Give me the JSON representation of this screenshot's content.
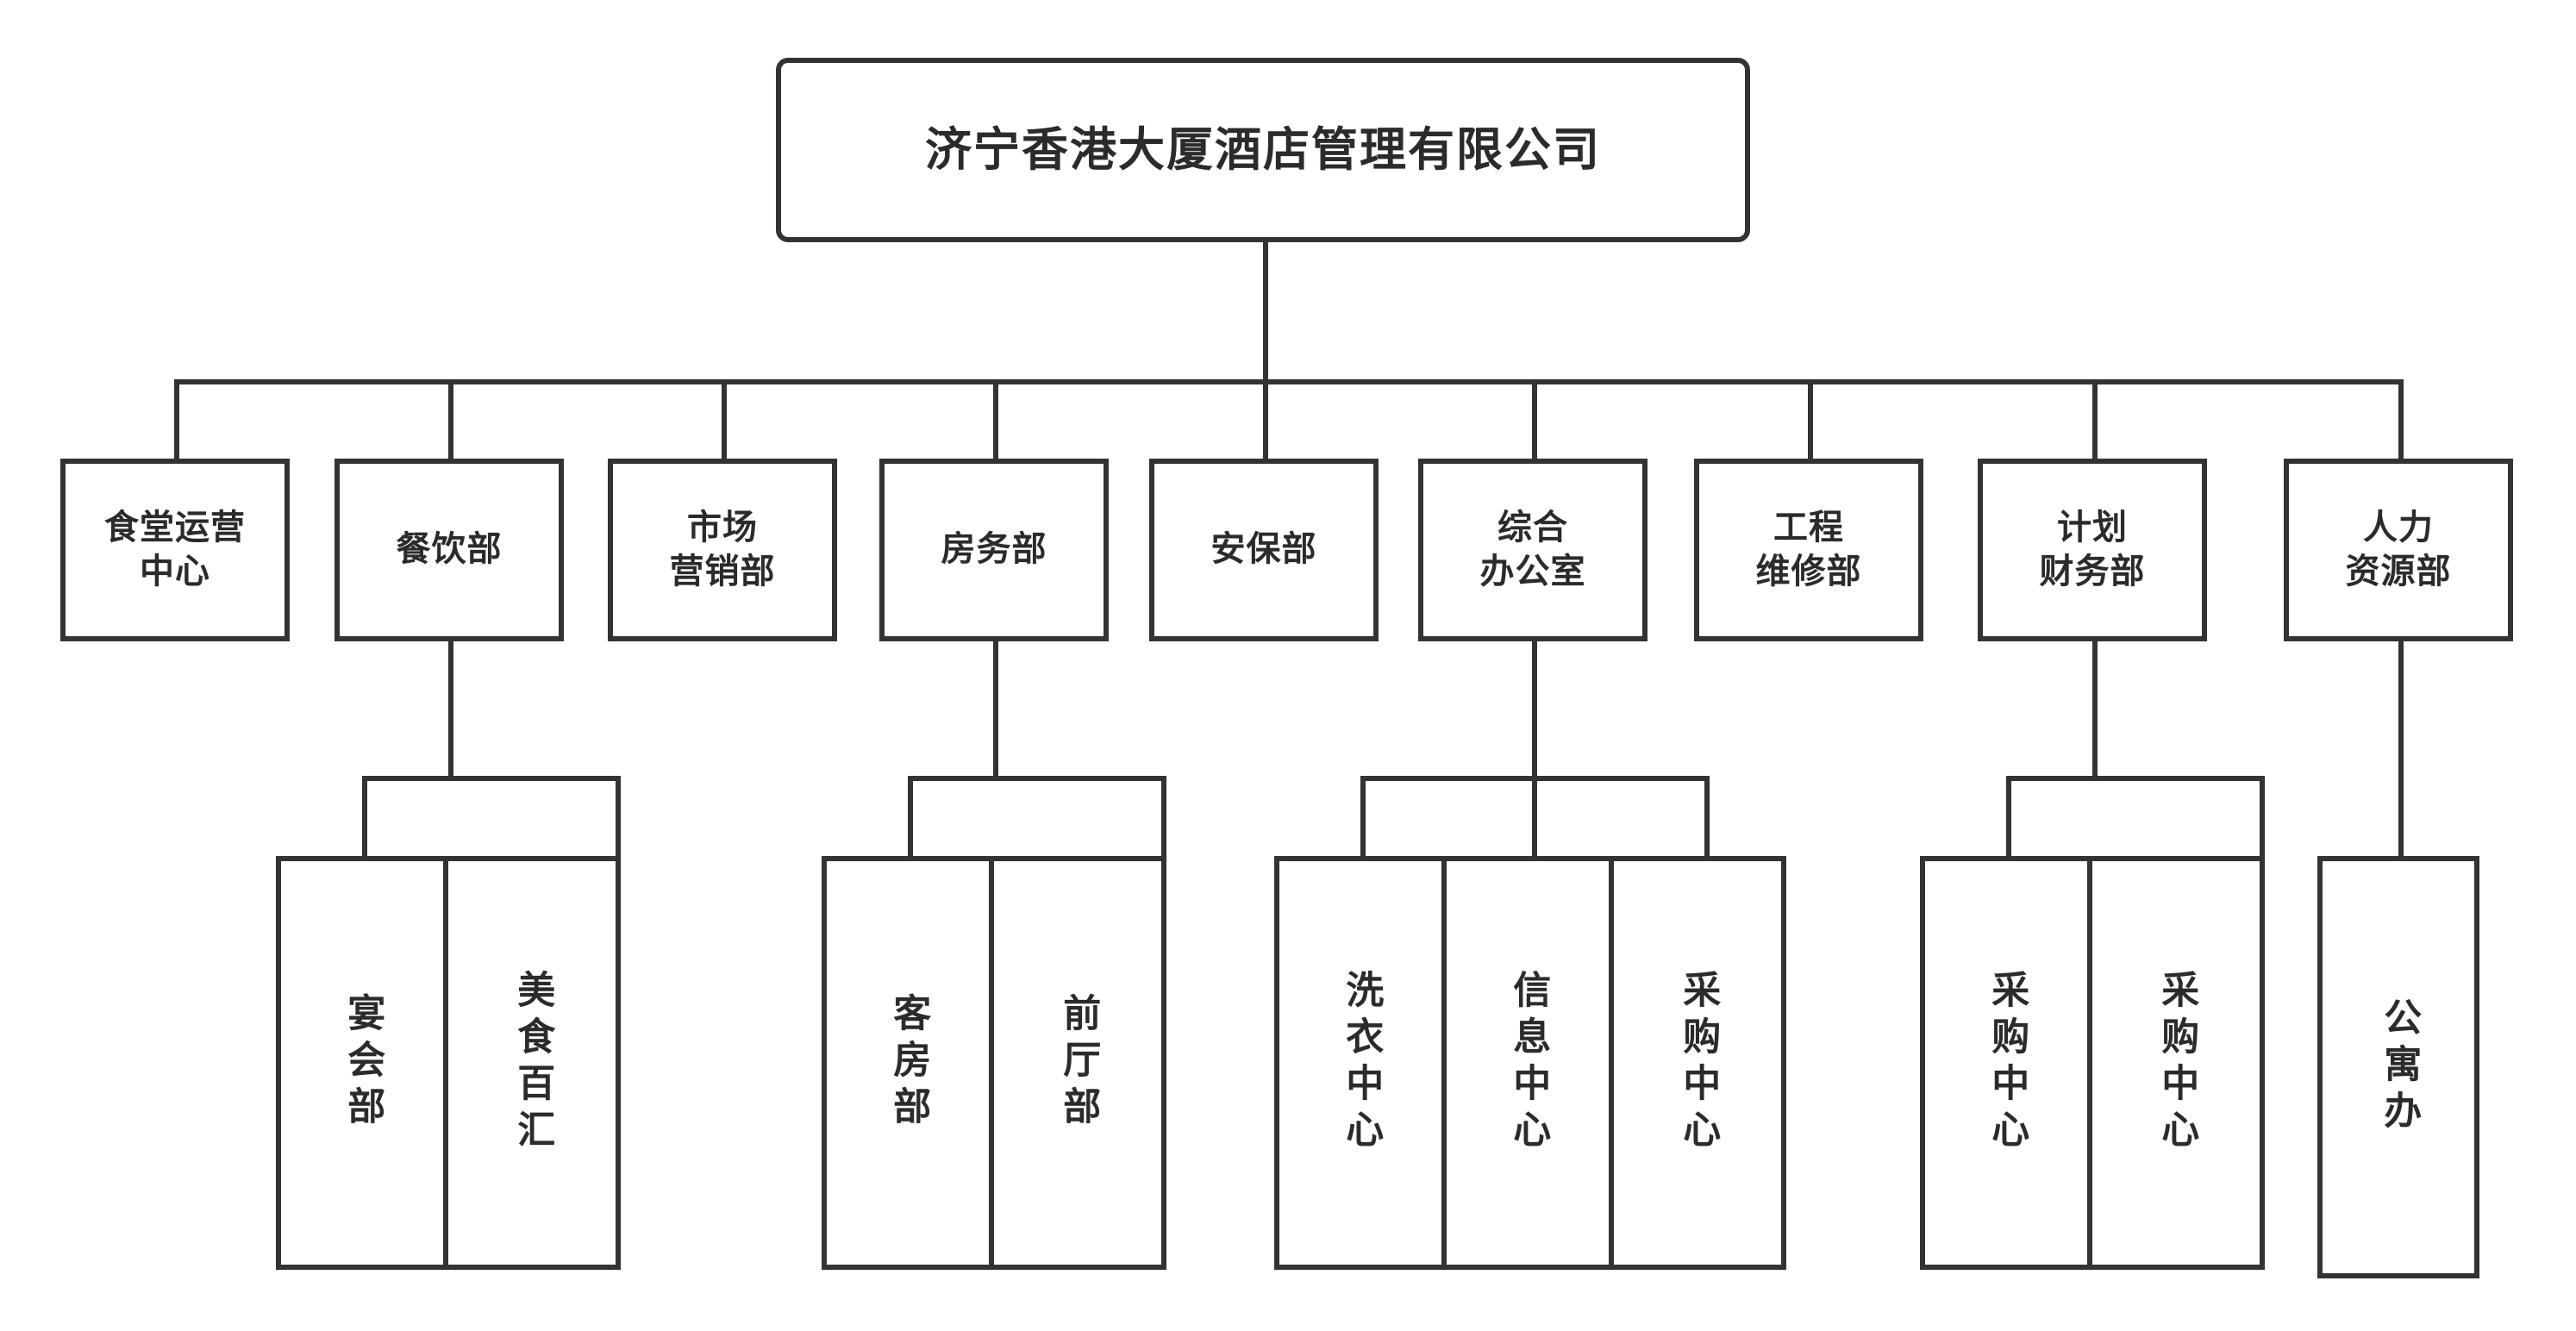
{
  "chart_data": {
    "type": "diagram",
    "subtype": "organization-chart",
    "title": "济宁香港大厦酒店管理有限公司",
    "orientation": "top-down",
    "levels": 3,
    "colors": {
      "line": "#333333",
      "box_fill": "#ffffff",
      "text": "#2b2b2b"
    },
    "nodes": [
      {
        "id": "root",
        "label": "济宁香港大厦酒店管理有限公司",
        "level": 0,
        "parent": null,
        "text_direction": "horizontal",
        "shape": "rounded-rect"
      },
      {
        "id": "canteen",
        "label": "食堂运营\n中心",
        "level": 1,
        "parent": "root",
        "text_direction": "horizontal",
        "shape": "rect"
      },
      {
        "id": "catering",
        "label": "餐饮部",
        "level": 1,
        "parent": "root",
        "text_direction": "horizontal",
        "shape": "rect"
      },
      {
        "id": "marketing",
        "label": "市场\n营销部",
        "level": 1,
        "parent": "root",
        "text_direction": "horizontal",
        "shape": "rect"
      },
      {
        "id": "rooms",
        "label": "房务部",
        "level": 1,
        "parent": "root",
        "text_direction": "horizontal",
        "shape": "rect"
      },
      {
        "id": "security",
        "label": "安保部",
        "level": 1,
        "parent": "root",
        "text_direction": "horizontal",
        "shape": "rect"
      },
      {
        "id": "admin",
        "label": "综合\n办公室",
        "level": 1,
        "parent": "root",
        "text_direction": "horizontal",
        "shape": "rect"
      },
      {
        "id": "engineering",
        "label": "工程\n维修部",
        "level": 1,
        "parent": "root",
        "text_direction": "horizontal",
        "shape": "rect"
      },
      {
        "id": "finance",
        "label": "计划\n财务部",
        "level": 1,
        "parent": "root",
        "text_direction": "horizontal",
        "shape": "rect"
      },
      {
        "id": "hr",
        "label": "人力\n资源部",
        "level": 1,
        "parent": "root",
        "text_direction": "horizontal",
        "shape": "rect"
      },
      {
        "id": "banquet",
        "label": "宴会部",
        "level": 2,
        "parent": "catering",
        "text_direction": "vertical",
        "shape": "rect"
      },
      {
        "id": "buffet",
        "label": "美食百汇",
        "level": 2,
        "parent": "catering",
        "text_direction": "vertical",
        "shape": "rect"
      },
      {
        "id": "guestroom",
        "label": "客房部",
        "level": 2,
        "parent": "rooms",
        "text_direction": "vertical",
        "shape": "rect"
      },
      {
        "id": "frontdesk",
        "label": "前厅部",
        "level": 2,
        "parent": "rooms",
        "text_direction": "vertical",
        "shape": "rect"
      },
      {
        "id": "laundry",
        "label": "洗衣中心",
        "level": 2,
        "parent": "admin",
        "text_direction": "vertical",
        "shape": "rect"
      },
      {
        "id": "it",
        "label": "信息中心",
        "level": 2,
        "parent": "admin",
        "text_direction": "vertical",
        "shape": "rect"
      },
      {
        "id": "purchase1",
        "label": "采购中心",
        "level": 2,
        "parent": "admin",
        "text_direction": "vertical",
        "shape": "rect"
      },
      {
        "id": "purchase2",
        "label": "采购中心",
        "level": 2,
        "parent": "finance",
        "text_direction": "vertical",
        "shape": "rect"
      },
      {
        "id": "purchase3",
        "label": "采购中心",
        "level": 2,
        "parent": "finance",
        "text_direction": "vertical",
        "shape": "rect"
      },
      {
        "id": "apartment",
        "label": "公寓办",
        "level": 2,
        "parent": "hr",
        "text_direction": "vertical",
        "shape": "rect"
      }
    ],
    "edges": [
      {
        "from": "root",
        "to": "canteen"
      },
      {
        "from": "root",
        "to": "catering"
      },
      {
        "from": "root",
        "to": "marketing"
      },
      {
        "from": "root",
        "to": "rooms"
      },
      {
        "from": "root",
        "to": "security"
      },
      {
        "from": "root",
        "to": "admin"
      },
      {
        "from": "root",
        "to": "engineering"
      },
      {
        "from": "root",
        "to": "finance"
      },
      {
        "from": "root",
        "to": "hr"
      },
      {
        "from": "catering",
        "to": "banquet"
      },
      {
        "from": "catering",
        "to": "buffet"
      },
      {
        "from": "rooms",
        "to": "guestroom"
      },
      {
        "from": "rooms",
        "to": "frontdesk"
      },
      {
        "from": "admin",
        "to": "laundry"
      },
      {
        "from": "admin",
        "to": "it"
      },
      {
        "from": "admin",
        "to": "purchase1"
      },
      {
        "from": "finance",
        "to": "purchase2"
      },
      {
        "from": "finance",
        "to": "purchase3"
      },
      {
        "from": "hr",
        "to": "apartment"
      }
    ]
  }
}
